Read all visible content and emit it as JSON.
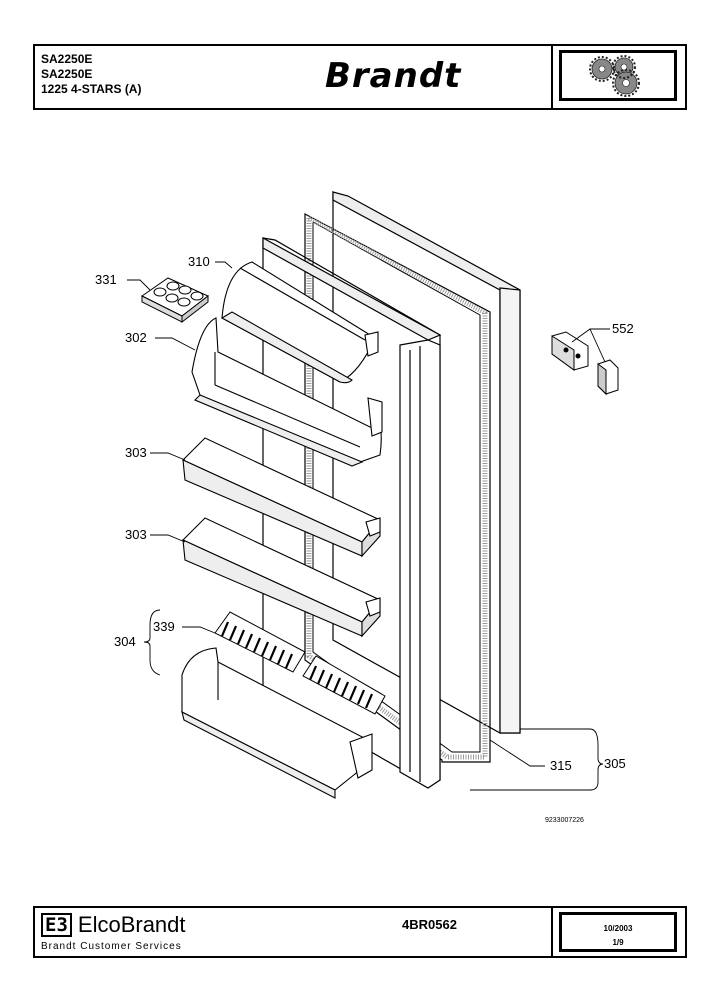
{
  "header": {
    "models": [
      "SA2250E",
      "SA2250E",
      "1225 4-STARS (A)"
    ],
    "brand": "Brandt",
    "logo": "gears-icon"
  },
  "diagram": {
    "callouts": {
      "c331": "331",
      "c310": "310",
      "c302": "302",
      "c303a": "303",
      "c303b": "303",
      "c339": "339",
      "c304": "304",
      "c552": "552",
      "c315": "315",
      "c305": "305"
    },
    "drawing_number": "9233007226"
  },
  "footer": {
    "company_mark": "E3",
    "company": "ElcoBrandt",
    "service": "Brandt Customer Services",
    "reference": "4BR0562",
    "date": "10/2003",
    "page": "1/9"
  }
}
